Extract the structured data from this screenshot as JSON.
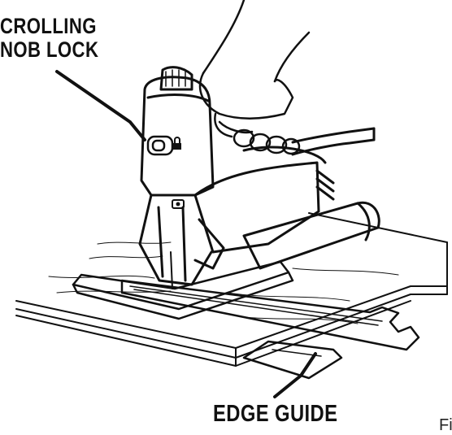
{
  "labels": {
    "scrolling_knob_lock_line1": "CROLLING",
    "scrolling_knob_lock_line2": "NOB LOCK",
    "edge_guide": "EDGE GUIDE",
    "fig_fragment": "Fi"
  },
  "colors": {
    "ink": "#111111",
    "background": "#ffffff"
  },
  "icons": {
    "lock": "lock-icon",
    "hand": "hand",
    "saw": "jigsaw"
  }
}
